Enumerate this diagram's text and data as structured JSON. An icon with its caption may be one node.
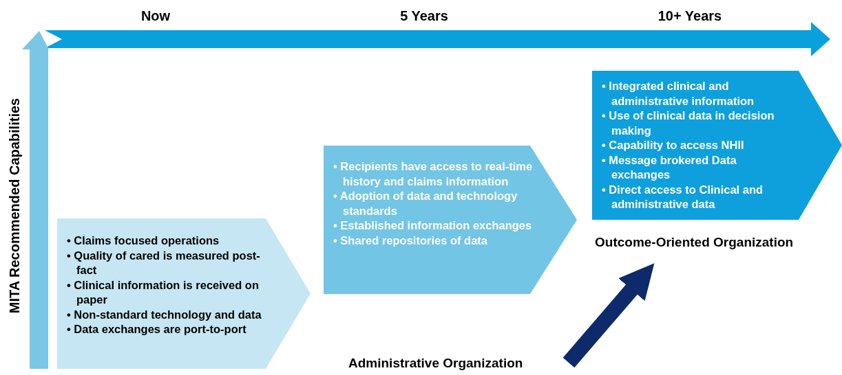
{
  "diagram": {
    "nodes": [
      {
        "text": [
          "• Claims focused operations",
          "• Quality of cared is measured post-fact",
          "• Clinical information is received on paper",
          "• Non-standard technology and data",
          "• Data exchanges are port-to-port"
        ]
      },
      {
        "text": [
          "• Recipients have access to real-time history and claims information",
          "• Adoption of data and technology standards",
          "• Established information exchanges",
          "• Shared repositories of data"
        ]
      },
      {
        "text": [
          "• Integrated clinical and administrative information",
          "• Use of clinical data in decision making",
          "• Capability to access NHII",
          "• Message brokered Data exchanges",
          "• Direct access to Clinical and administrative data"
        ]
      },
      {
        "text": [
          "Administrative Organization"
        ]
      },
      {
        "text": [
          "Outcome-Oriented Organization"
        ]
      }
    ],
    "edges": [
      {
        "from": 3,
        "to": 4,
        "arrow": "to"
      }
    ],
    "labels": [
      "Now",
      "5 Years",
      "10+ Years",
      "MITA Recommended Capabilities"
    ]
  }
}
